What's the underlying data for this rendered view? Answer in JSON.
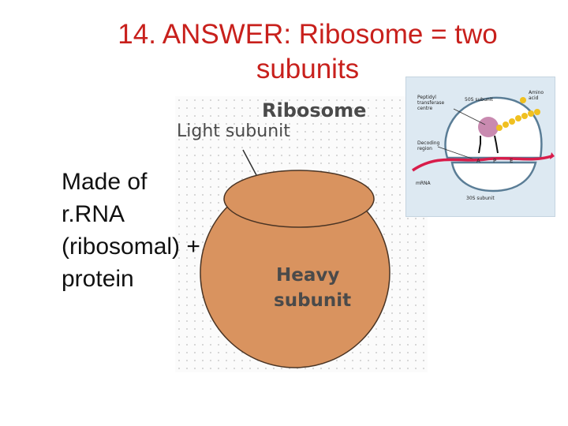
{
  "title": {
    "line1": "14. ANSWER: Ribosome = two",
    "line2": "subunits"
  },
  "body_text": [
    "Made of",
    "r.RNA",
    "(ribosomal) +",
    "protein"
  ],
  "figure": {
    "heading": "Ribosome",
    "light_label": "Light subunit",
    "heavy_label_line1": "Heavy",
    "heavy_label_line2": "subunit",
    "subunit_color": "#d9935f",
    "subunit_stroke": "#4a3424"
  },
  "inset": {
    "peptidyl_label": [
      "Peptidyl",
      "transferase",
      "centre"
    ],
    "large_subunit_label": "50S subunit",
    "amino_acid_label": [
      "Amino",
      "acid"
    ],
    "decoding_label": [
      "Decoding",
      "region"
    ],
    "sites": [
      "A",
      "P",
      "E"
    ],
    "mrna_label": "mRNA",
    "small_subunit_label": "30S subunit",
    "mrna_color": "#d81c4a",
    "amino_color": "#f0c020"
  }
}
